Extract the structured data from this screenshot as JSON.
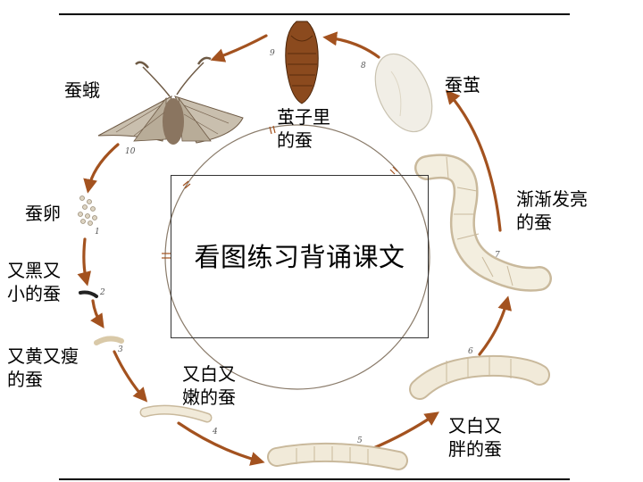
{
  "title": "看图练习背诵课文",
  "labels": {
    "moth": "蚕蛾",
    "cocoon": "蚕茧",
    "pupa_1": "茧子里",
    "pupa_2": "的蚕",
    "egg": "蚕卵",
    "black_1": "又黑又",
    "black_2": "小的蚕",
    "yellow_1": "又黄又瘦",
    "yellow_2": "的蚕",
    "tender_1": "又白又",
    "tender_2": "嫩的蚕",
    "fat_1": "又白又",
    "fat_2": "胖的蚕",
    "bright_1": "渐渐发亮",
    "bright_2": "的蚕"
  },
  "stage_numbers": [
    "1",
    "2",
    "3",
    "4",
    "5",
    "6",
    "7",
    "8",
    "9",
    "10"
  ],
  "colors": {
    "arrow": "#a3521f",
    "circle": "#8a7b6a",
    "silkworm": "#f1ead9",
    "silkworm_shade": "#c9b99c",
    "pupa": "#8b4a1e",
    "moth": "#c9bfae",
    "moth_dark": "#6e5a45"
  }
}
